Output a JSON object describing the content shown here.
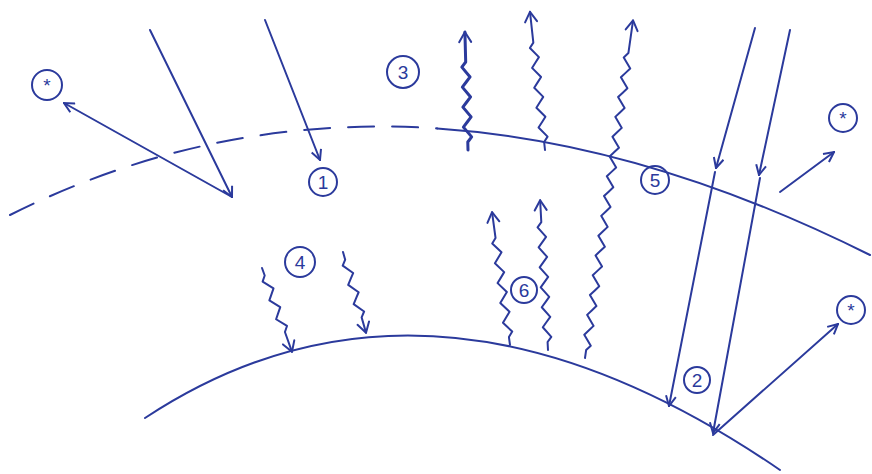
{
  "diagram": {
    "labels": [
      "*",
      "3",
      "1",
      "5",
      "*",
      "4",
      "6",
      "*",
      "2"
    ]
  }
}
